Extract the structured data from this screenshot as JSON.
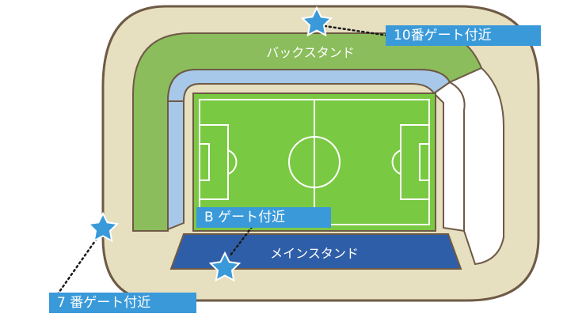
{
  "map": {
    "stands": {
      "back": "バックスタンド",
      "main": "メインスタンド"
    },
    "gates": {
      "gate10": "10番ゲート付近",
      "gateB": "B ゲート付近",
      "gate7": "7 番ゲート付近"
    }
  },
  "colors": {
    "outer_ring": "#e6dfc0",
    "outer_ring_stroke": "#6e5a45",
    "back_stand": "#8bbd5c",
    "side_stand": "#a8c8ea",
    "main_stand": "#2f5ea8",
    "pitch": "#7ac943",
    "pitch_lines": "#ffffff",
    "star": "#3a9ad9",
    "callout_bg": "#3a9ad9"
  }
}
